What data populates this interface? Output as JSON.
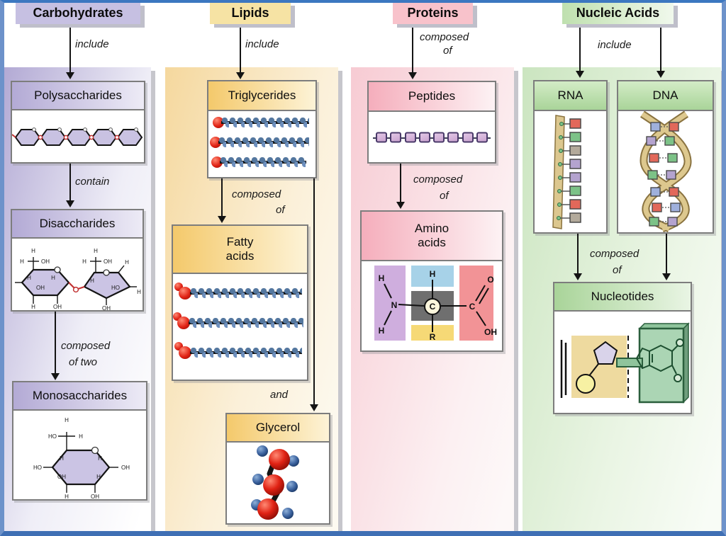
{
  "columns": {
    "carbohydrates": {
      "header": "Carbohydrates",
      "include_label": "include",
      "polysaccharides": "Polysaccharides",
      "contain_label": "contain",
      "disaccharides": "Disaccharides",
      "composed_of_two_line1": "composed",
      "composed_of_two_line2": "of two",
      "monosaccharides": "Monosaccharides"
    },
    "lipids": {
      "header": "Lipids",
      "include_label": "include",
      "triglycerides": "Triglycerides",
      "composed_of_line1": "composed",
      "composed_of_line2": "of",
      "fatty_acids_line1": "Fatty",
      "fatty_acids_line2": "acids",
      "and_label": "and",
      "glycerol": "Glycerol"
    },
    "proteins": {
      "header": "Proteins",
      "composed_of_top_line1": "composed",
      "composed_of_top_line2": "of",
      "peptides": "Peptides",
      "composed_of_line1": "composed",
      "composed_of_line2": "of",
      "amino_acids_line1": "Amino",
      "amino_acids_line2": "acids"
    },
    "nucleic_acids": {
      "header": "Nucleic Acids",
      "include_label": "include",
      "rna": "RNA",
      "dna": "DNA",
      "composed_of_line1": "composed",
      "composed_of_line2": "of",
      "nucleotides": "Nucleotides"
    }
  },
  "chem_labels": {
    "h": "H",
    "n": "N",
    "c": "C",
    "o": "O",
    "r": "R",
    "oh": "OH",
    "ho": "HO"
  },
  "colors": {
    "frame_blue": "#3f6fb4",
    "carb_accent": "#c6c0e2",
    "carb_panel": "#b2a9d4",
    "lipid_accent": "#f6e3a4",
    "lipid_panel": "#f5d89e",
    "lipid_box_header": "#f4c96b",
    "protein_accent": "#f8c2cb",
    "protein_panel": "#f7cbd3",
    "protein_box_header": "#f5aebc",
    "nucleic_accent": "#bfe0af",
    "nucleic_panel": "#cbe5c0",
    "nucleic_box_header": "#a9d499"
  }
}
